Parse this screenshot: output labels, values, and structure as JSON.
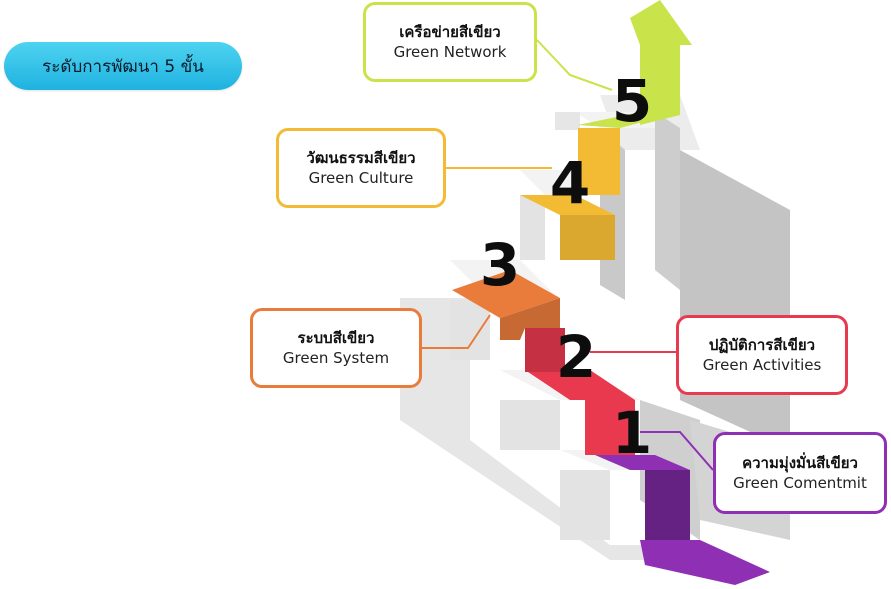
{
  "pill": {
    "label": "ระดับการพัฒนา 5 ขั้น"
  },
  "levels": [
    {
      "number": "1",
      "th": "ความมุ่งมั่นสีเขียว",
      "en": "Green Comentmit",
      "color": "#8e2fb4"
    },
    {
      "number": "2",
      "th": "ปฏิบัติการสีเขียว",
      "en": "Green Activities",
      "color": "#e8394f"
    },
    {
      "number": "3",
      "th": "ระบบสีเขียว",
      "en": "Green System",
      "color": "#ea7c3b"
    },
    {
      "number": "4",
      "th": "วัฒนธรรมสีเขียว",
      "en": "Green Culture",
      "color": "#f2bb33"
    },
    {
      "number": "5",
      "th": "เครือข่ายสีเขียว",
      "en": "Green Network",
      "color": "#c9e34a"
    }
  ],
  "colors": {
    "pill": "#1fb2e0",
    "stair_top": "#f2f2f2",
    "stair_front": "#e3e3e3",
    "stair_side": "#c8c8c8",
    "arrow": "#d4ea4a"
  }
}
